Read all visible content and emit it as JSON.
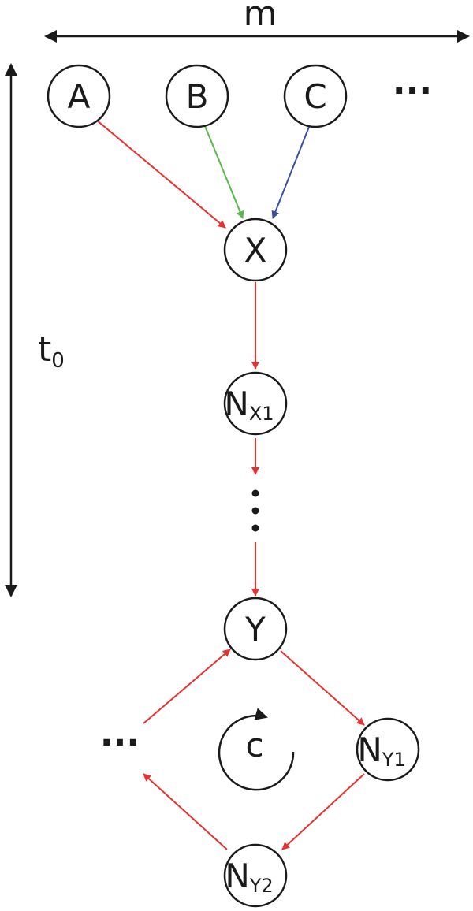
{
  "diagram": {
    "dimension_m": "m",
    "dimension_t": {
      "base": "t",
      "sub": "0"
    },
    "nodes": {
      "A": {
        "label": "A"
      },
      "B": {
        "label": "B"
      },
      "C": {
        "label": "C"
      },
      "X": {
        "label": "X"
      },
      "NX1": {
        "base": "N",
        "sub": "X1"
      },
      "Y": {
        "label": "Y"
      },
      "NY1": {
        "base": "N",
        "sub": "Y1"
      },
      "NY2": {
        "base": "N",
        "sub": "Y2"
      }
    },
    "cycle_label": "c",
    "ellipsis_top": "···",
    "ellipsis_left": "···"
  },
  "colors": {
    "red": "#e8312f",
    "green": "#5ab74a",
    "blue": "#3a4fa0",
    "ink": "#1a1a1a"
  }
}
